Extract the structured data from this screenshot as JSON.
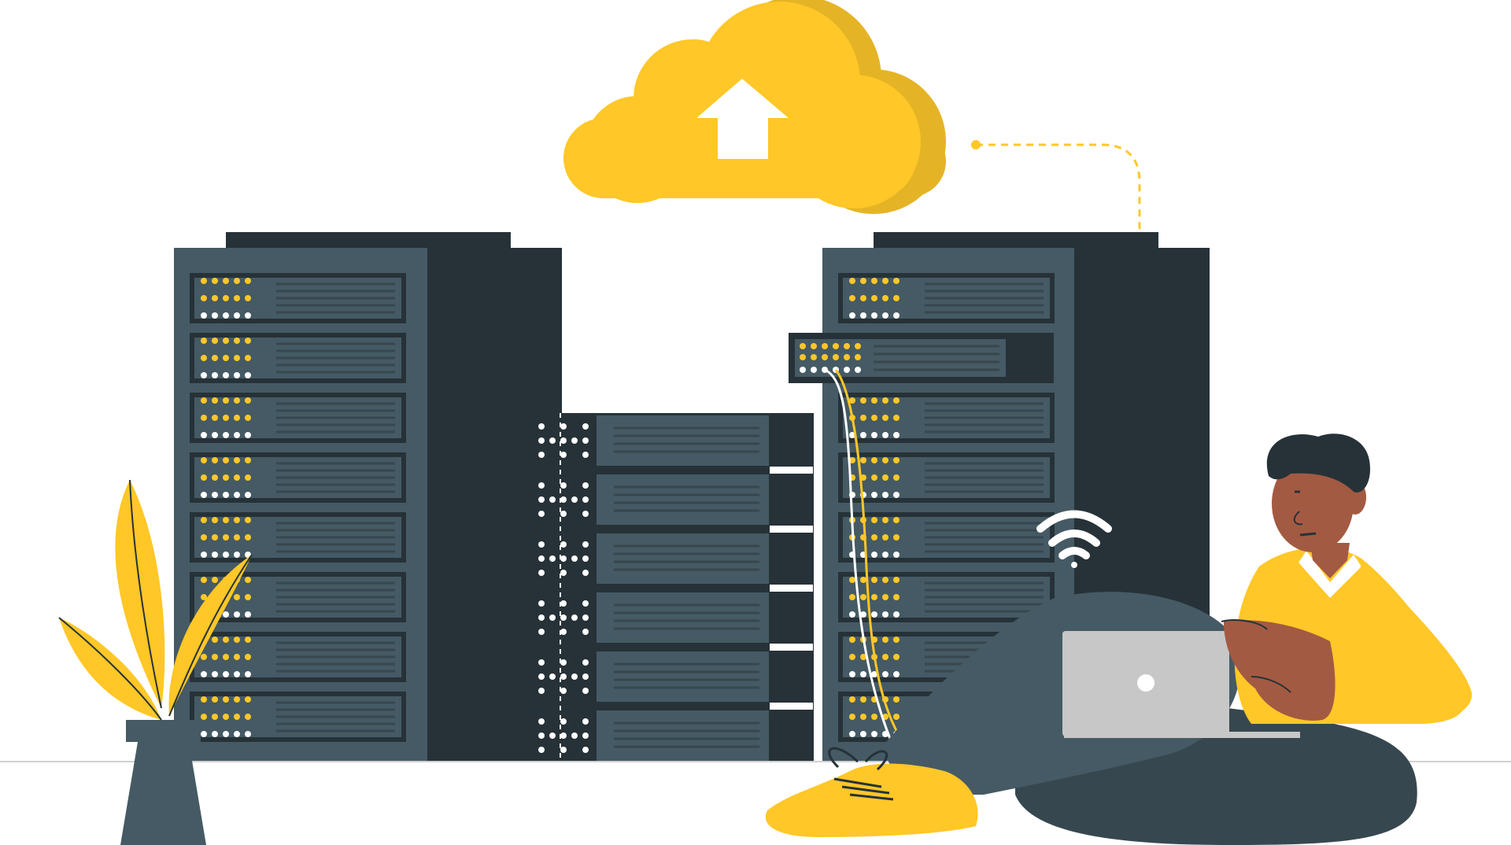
{
  "colors": {
    "background": "#ffffff",
    "accent_yellow": "#FFC727",
    "yellow_shadow": "#E5B426",
    "rack_slate": "#455A64",
    "rack_dark": "#263238",
    "unit_line": "#37474F",
    "laptop_gray": "#C7C7C7",
    "skin": "#A35A42",
    "pants": "#455A64"
  },
  "icons": {
    "cloud": "cloud-upload-icon",
    "wifi": "wifi-icon",
    "plant": "potted-plant"
  },
  "server_units": {
    "left_rack": 8,
    "middle_rack": 6,
    "right_rack": 8
  }
}
